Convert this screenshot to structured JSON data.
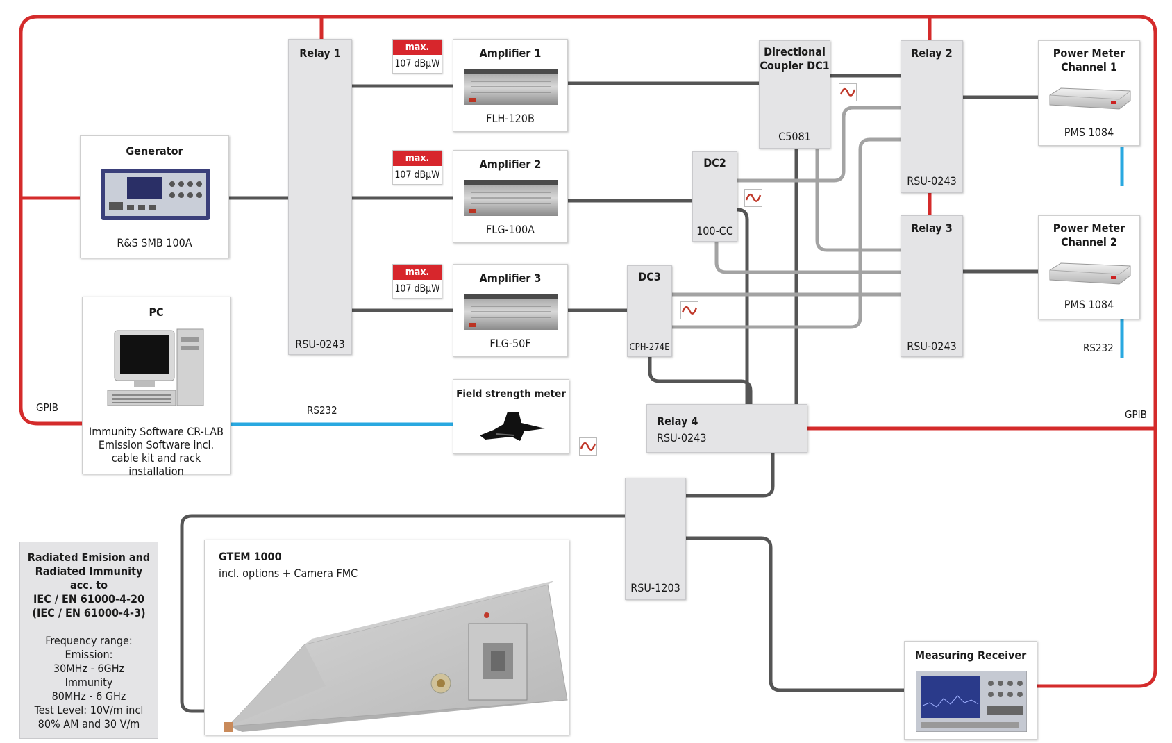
{
  "generator": {
    "title": "Generator",
    "model": "R&S SMB 100A"
  },
  "pc": {
    "title": "PC",
    "description": "Immunity Software CR-LAB Emission Software incl. cable kit and rack installation"
  },
  "relay1": {
    "title": "Relay 1",
    "model": "RSU-0243"
  },
  "relay2": {
    "title": "Relay 2",
    "model": "RSU-0243"
  },
  "relay3": {
    "title": "Relay 3",
    "model": "RSU-0243"
  },
  "relay4": {
    "title": "Relay 4",
    "model": "RSU-0243"
  },
  "relay5": {
    "model": "RSU-1203"
  },
  "amplifiers": [
    {
      "title": "Amplifier 1",
      "model": "FLH-120B",
      "badge_label": "max.",
      "badge_value": "107 dBµW"
    },
    {
      "title": "Amplifier 2",
      "model": "FLG-100A",
      "badge_label": "max.",
      "badge_value": "107 dBµW"
    },
    {
      "title": "Amplifier 3",
      "model": "FLG-50F",
      "badge_label": "max.",
      "badge_value": "107 dBµW"
    }
  ],
  "dc1": {
    "title_line1": "Directional",
    "title_line2": "Coupler DC1",
    "model": "C5081"
  },
  "dc2": {
    "title": "DC2",
    "model": "100-CC"
  },
  "dc3": {
    "title": "DC3",
    "model": "CPH-274E"
  },
  "power_meter1": {
    "title_line1": "Power Meter",
    "title_line2": "Channel 1",
    "model": "PMS 1084"
  },
  "power_meter2": {
    "title_line1": "Power Meter",
    "title_line2": "Channel 2",
    "model": "PMS 1084"
  },
  "field_meter": {
    "title": "Field strength meter"
  },
  "gtem": {
    "title": "GTEM 1000",
    "subtitle": "incl. options + Camera FMC"
  },
  "receiver": {
    "title": "Measuring Receiver"
  },
  "labels": {
    "gpib_left": "GPIB",
    "gpib_right": "GPIB",
    "rs232_pc": "RS232",
    "rs232_pm": "RS232"
  },
  "note": {
    "heading": [
      "Radiated Emision and",
      "Radiated Immunity",
      "acc. to",
      "IEC / EN 61000-4-20",
      "(IEC / EN 61000-4-3)"
    ],
    "body": [
      "Frequency range:",
      "Emission:",
      "30MHz - 6GHz",
      "Immunity",
      "80MHz - 6 GHz",
      "Test Level: 10V/m incl",
      "80% AM and 30 V/m"
    ]
  },
  "colors": {
    "gpib": "#d42b2b",
    "rs232": "#29a8e0",
    "rf_dark": "#555555",
    "rf_light": "#a3a3a3",
    "accent": "#d7262c"
  }
}
